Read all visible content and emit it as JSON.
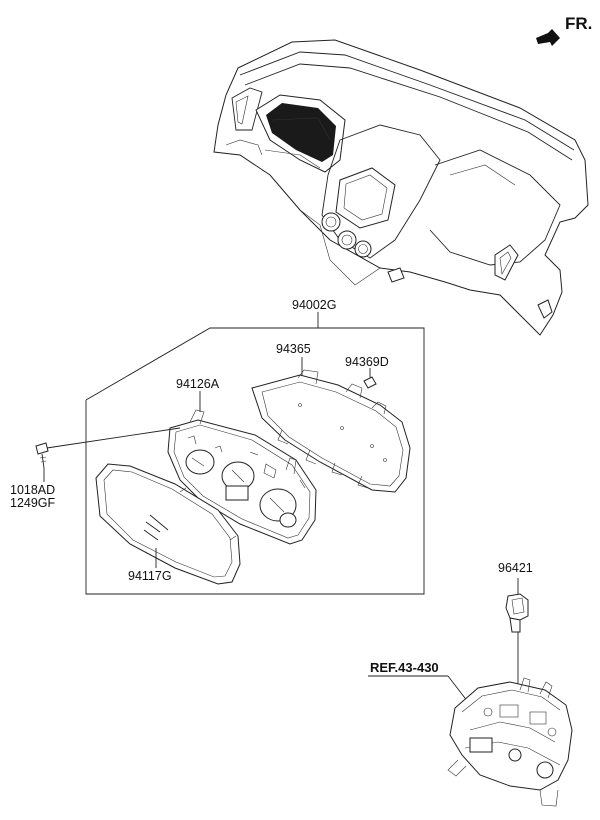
{
  "direction_label": "FR.",
  "callouts": {
    "instrument_cluster_assy": "94002G",
    "case_rear": "94365",
    "bracket_clip": "94369D",
    "printed_circuit_board": "94126A",
    "screw_code_1": "1018AD",
    "screw_code_2": "1249GF",
    "window_glass": "94117G",
    "speed_sensor": "96421",
    "transaxle_reference": "REF.43-430"
  }
}
